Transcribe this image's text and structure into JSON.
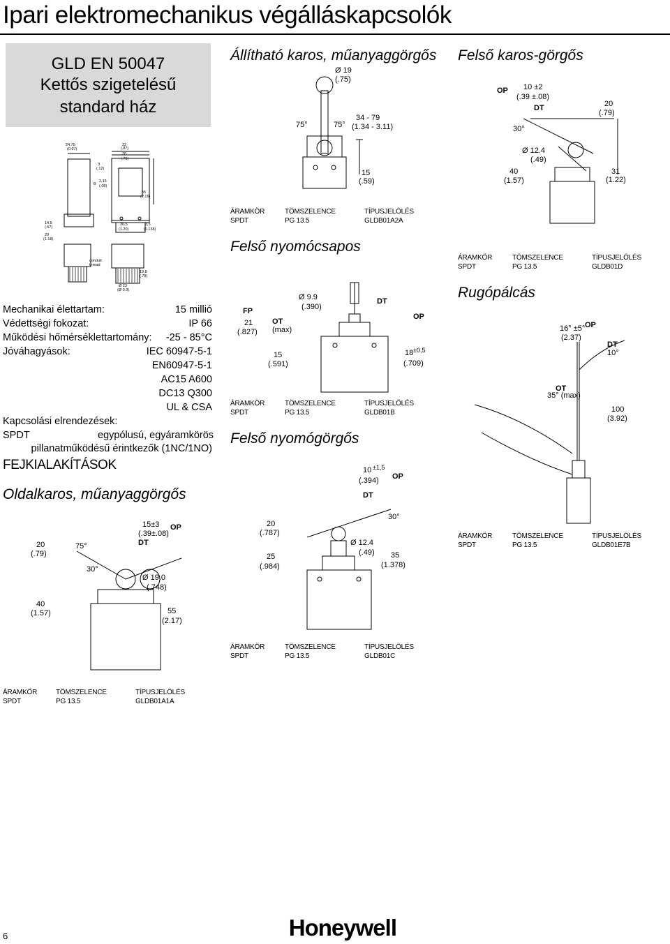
{
  "page_title": "Ipari elektromechanikus végálláskapcsolók",
  "standard_box": {
    "line1": "GLD EN 50047",
    "line2": "Kettős szigetelésű",
    "line3": "standard ház"
  },
  "housing_drawing": {
    "dims": [
      "24,75",
      "(0.97)",
      "3",
      "(.12)",
      "22",
      "(.87)",
      "20",
      "(.79)",
      "2,15",
      "(.08)",
      "55",
      "(2.16)",
      "14,5",
      "(.57)",
      "30,5",
      "(1.20)",
      "3,5",
      "(0.138)",
      "20",
      "(1.18)",
      "19,8",
      "(.78)",
      "Ø 23",
      "(Ø 0.9)",
      "B"
    ],
    "conduit_label": "conduit thread"
  },
  "specs": [
    {
      "label": "Mechanikai élettartam:",
      "value": "15 millió"
    },
    {
      "label": "Védettségi fokozat:",
      "value": "IP 66"
    },
    {
      "label": "Működési hőmérséklettartomány:",
      "value": "-25 - 85°C"
    },
    {
      "label": "Jóváhagyások:",
      "value": "IEC 60947-5-1"
    },
    {
      "label": "",
      "value": "EN60947-5-1"
    },
    {
      "label": "",
      "value": "AC15 A600"
    },
    {
      "label": "",
      "value": "DC13 Q300"
    },
    {
      "label": "",
      "value": "UL & CSA"
    }
  ],
  "contacts": {
    "label": "Kapcsolási elrendezések:",
    "type": "SPDT",
    "desc1": "egypólusú, egyáramkörös",
    "desc2": "pillanatműködésű érintkezők (1NC/1NO)"
  },
  "heads_title": "FEJKIALAKÍTÁSOK",
  "table_headers": {
    "c1": "ÁRAMKÖR",
    "c2": "TÖMSZELENCE",
    "c3": "TÍPUSJELÖLÉS"
  },
  "products": [
    {
      "id": "gldb01a2a",
      "title": "Állítható karos, műanyaggörgős",
      "circuit": "SPDT",
      "gland": "PG 13.5",
      "type": "GLDB01A2A",
      "dims": [
        "Ø 19",
        "(.75)",
        "75°",
        "75°",
        "34 - 79",
        "(1.34 - 3.11)",
        "15",
        "(.59)"
      ]
    },
    {
      "id": "gldb01d",
      "title": "Felső karos-görgős",
      "circuit": "SPDT",
      "gland": "PG 13.5",
      "type": "GLDB01D",
      "dims": [
        "OP",
        "10 ±2",
        "(.39 ±.08)",
        "DT",
        "30°",
        "20",
        "(.79)",
        "Ø 12.4",
        "(.49)",
        "40",
        "(1.57)",
        "31",
        "(1.22)"
      ]
    },
    {
      "id": "gldb01b",
      "title": "Felső nyomócsapos",
      "circuit": "SPDT",
      "gland": "PG 13.5",
      "type": "GLDB01B",
      "dims": [
        "FP",
        "21",
        "(.827)",
        "OT",
        "(max)",
        "Ø 9.9",
        "(.390)",
        "DT",
        "OP",
        "15",
        "(.591)",
        "18",
        "±0,5",
        "(.709)"
      ]
    },
    {
      "id": "gldb01e7b",
      "title": "Rugópálcás",
      "circuit": "SPDT",
      "gland": "PG 13.5",
      "type": "GLDB01E7B",
      "dims": [
        "16° ±5°",
        "(2.37)",
        "OP",
        "DT",
        "10°",
        "OT",
        "35° (max)",
        "100",
        "(3.92)"
      ]
    },
    {
      "id": "gldb01c",
      "title": "Felső nyomógörgős",
      "circuit": "SPDT",
      "gland": "PG 13.5",
      "type": "GLDB01C",
      "dims": [
        "10",
        "±1,5",
        "(.394)",
        "OP",
        "DT",
        "30°",
        "20",
        "(.787)",
        "Ø 12.4",
        "(.49)",
        "25",
        "(.984)",
        "35",
        "(1.378)"
      ]
    },
    {
      "id": "gldb01a1a",
      "title": "Oldalkaros, műanyaggörgős",
      "circuit": "SPDT",
      "gland": "PG 13.5",
      "type": "GLDB01A1A",
      "dims": [
        "15±3",
        "(.39±.08)",
        "OP",
        "DT",
        "20",
        "(.79)",
        "75°",
        "30°",
        "Ø 19.0",
        "(.748)",
        "40",
        "(1.57)",
        "55",
        "(2.17)"
      ]
    }
  ],
  "page_number": "6",
  "brand": "Honeywell"
}
